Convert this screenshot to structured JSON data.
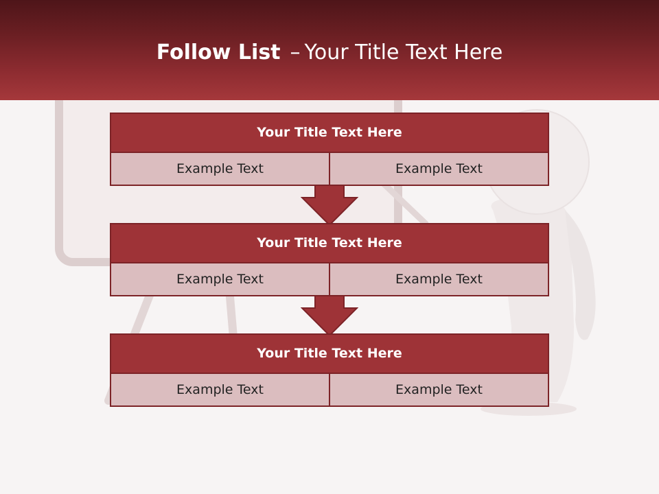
{
  "header": {
    "title_bold": "Follow List",
    "title_dash": "–",
    "title_rest": "Your Title Text Here"
  },
  "blocks": [
    {
      "title": "Your Title Text Here",
      "cells": [
        "Example Text",
        "Example Text"
      ]
    },
    {
      "title": "Your Title Text Here",
      "cells": [
        "Example Text",
        "Example Text"
      ]
    },
    {
      "title": "Your Title Text Here",
      "cells": [
        "Example Text",
        "Example Text"
      ]
    }
  ],
  "colors": {
    "header_dark": "#4e1519",
    "header_light": "#a5383b",
    "block_title_fill": "#9e3337",
    "block_cell_fill": "#dbbdbf",
    "border": "#7c2327"
  },
  "icons": [
    "down-arrow-icon",
    "whiteboard-figure-illustration"
  ]
}
